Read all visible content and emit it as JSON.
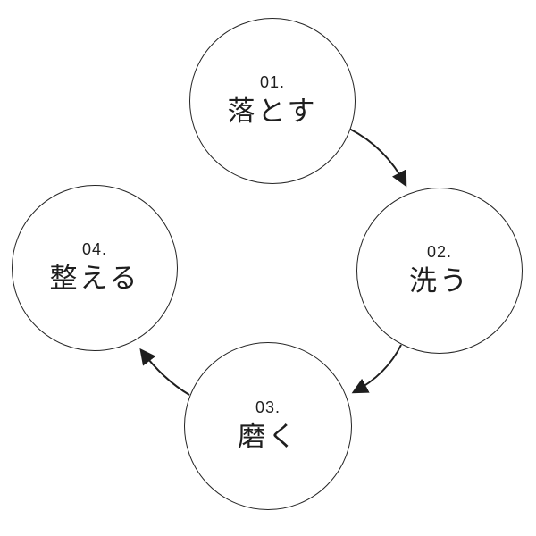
{
  "diagram": {
    "type": "cycle",
    "steps": [
      {
        "number": "01.",
        "label": "落とす",
        "position": "top"
      },
      {
        "number": "02.",
        "label": "洗う",
        "position": "right"
      },
      {
        "number": "03.",
        "label": "磨く",
        "position": "bottom"
      },
      {
        "number": "04.",
        "label": "整える",
        "position": "left"
      }
    ],
    "connections": [
      {
        "from": "01",
        "to": "02",
        "direction": "clockwise"
      },
      {
        "from": "02",
        "to": "03",
        "direction": "clockwise"
      },
      {
        "from": "03",
        "to": "04",
        "direction": "clockwise"
      }
    ],
    "colors": {
      "background": "#ffffff",
      "stroke": "#1e1e1e",
      "text": "#1e1e1e"
    }
  }
}
